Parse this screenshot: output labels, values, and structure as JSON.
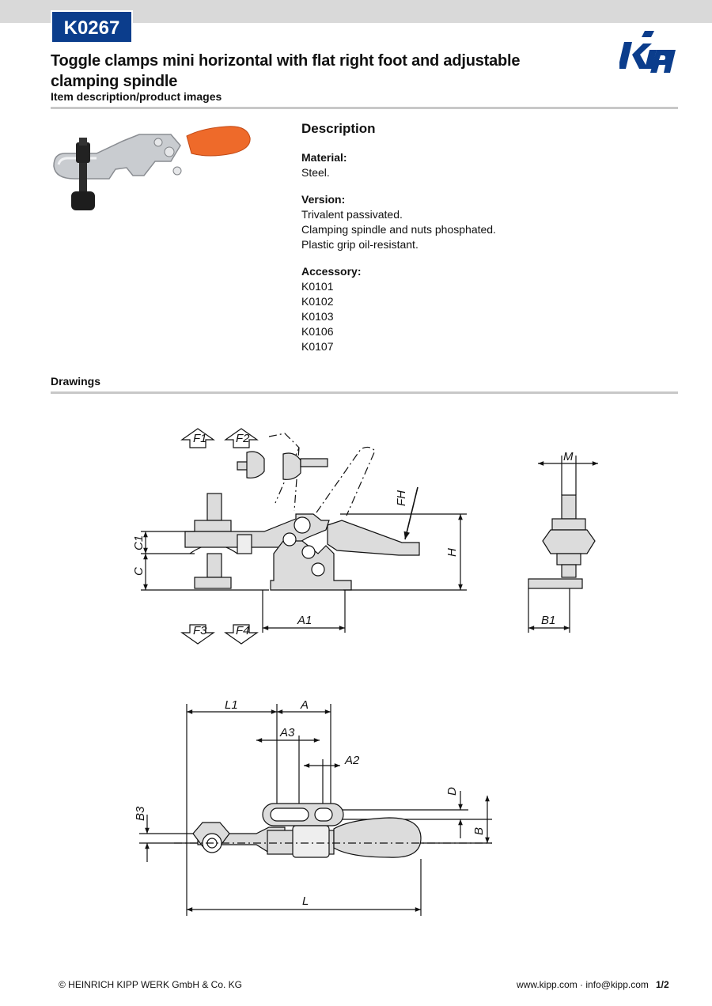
{
  "header": {
    "code": "K0267",
    "title": "Toggle clamps mini horizontal with flat right foot and adjustable clamping spindle",
    "subtitle": "Item description/product images",
    "brand_color": "#0b3d8c"
  },
  "description": {
    "heading": "Description",
    "material_label": "Material:",
    "material_value": "Steel.",
    "version_label": "Version:",
    "version_lines": [
      "Trivalent passivated.",
      "Clamping spindle and nuts phosphated.",
      "Plastic grip oil-resistant."
    ],
    "accessory_label": "Accessory:",
    "accessories": [
      "K0101",
      "K0102",
      "K0103",
      "K0106",
      "K0107"
    ]
  },
  "drawings": {
    "label": "Drawings",
    "dims": {
      "F1": "F1",
      "F2": "F2",
      "F3": "F3",
      "F4": "F4",
      "FH": "FH",
      "C1": "C1",
      "C": "C",
      "H": "H",
      "A1": "A1",
      "M": "M",
      "B1": "B1",
      "L1": "L1",
      "A": "A",
      "A3": "A3",
      "A2": "A2",
      "D": "D",
      "B3": "B3",
      "B": "B",
      "L": "L"
    },
    "grip_color": "#ee6a2a"
  },
  "footer": {
    "copyright": "© HEINRICH KIPP WERK GmbH & Co. KG",
    "contact": "www.kipp.com · info@kipp.com",
    "page": "1/2"
  }
}
